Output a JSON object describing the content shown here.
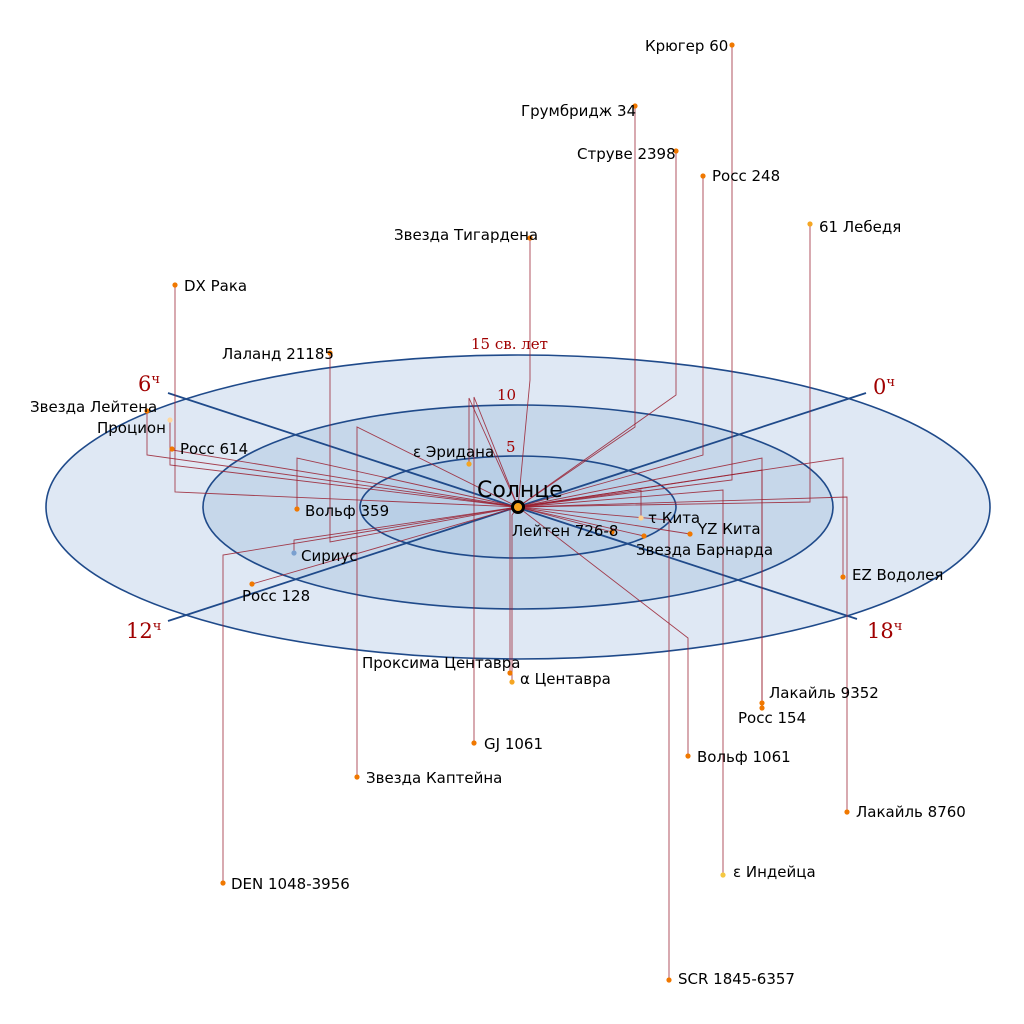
{
  "center_label": "Солнце",
  "ring_labels": [
    "5",
    "10",
    "15 св. лет"
  ],
  "hour_labels": {
    "h0": "0",
    "h6": "6",
    "h12": "12",
    "h18": "18",
    "unit": "ч"
  },
  "colors": {
    "ring_fill": "#dfe8f4",
    "ring_stroke": "#1f4a8a",
    "line": "#9a2030",
    "star": "#f07800",
    "label_red": "#a00000"
  },
  "stars": [
    {
      "name": "Крюгер 60"
    },
    {
      "name": "Грумбридж 34"
    },
    {
      "name": "Струве 2398"
    },
    {
      "name": "Росс 248"
    },
    {
      "name": "61 Лебедя"
    },
    {
      "name": "Звезда Тигардена"
    },
    {
      "name": "DX Рака"
    },
    {
      "name": "Лаланд 21185"
    },
    {
      "name": "Звезда Лейтена"
    },
    {
      "name": "Процион"
    },
    {
      "name": "Росс 614"
    },
    {
      "name": "ε Эридана"
    },
    {
      "name": "Вольф 359"
    },
    {
      "name": "Сириус"
    },
    {
      "name": "Росс 128"
    },
    {
      "name": "τ Кита"
    },
    {
      "name": "Лейтен 726-8"
    },
    {
      "name": "YZ Кита"
    },
    {
      "name": "Звезда Барнарда"
    },
    {
      "name": "EZ Водолея"
    },
    {
      "name": "Проксима Центавра"
    },
    {
      "name": "α Центавра"
    },
    {
      "name": "Лакайль 9352"
    },
    {
      "name": "Росс 154"
    },
    {
      "name": "GJ 1061"
    },
    {
      "name": "Звезда Каптейна"
    },
    {
      "name": "Вольф 1061"
    },
    {
      "name": "Лакайль 8760"
    },
    {
      "name": "DEN 1048-3956"
    },
    {
      "name": "ε Индейца"
    },
    {
      "name": "SCR 1845-6357"
    }
  ]
}
